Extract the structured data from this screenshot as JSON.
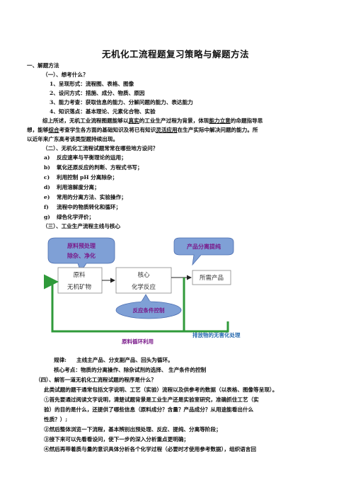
{
  "title": "无机化工流程题复习策略与解题方法",
  "sec1": "一、解题方法",
  "sec1_1": "（一）、想考什么？",
  "items_1": [
    "1、呈现形式：流程图、表格、图像",
    "2、设问方式：措施、成分、物质、原因",
    "3、能力考查：获取信息的能力、分解问题的能力、表达能力",
    "4、知识落点：基本理论、元素化合物、实验"
  ],
  "summary": {
    "p1": "综上所述，无机工业流程图题能够以",
    "u1": "真实",
    "p2": "的工业生产过程为背景，体现",
    "u2": "能力立意",
    "p3": "的命题指导思",
    "l2a": "想，能够",
    "u3": "综合",
    "l2b": "考查学生各方面的基础知识及将已有知识",
    "u4": "灵活应用",
    "l2c": "在生产实际中解决问题的能力。所",
    "l3": "以近年来广东高考该类型题持续出现。"
  },
  "sec1_2": "（二）、无机化工流程试题常常在哪些地方设问？",
  "items_2": [
    {
      "k": "a)",
      "t": "反应速率与平衡理论的运用；"
    },
    {
      "k": "b)",
      "t": "氧化还原反应的判断、方程式书写；"
    },
    {
      "k": "c)",
      "t": "利用控制 pH 分离除杂；"
    },
    {
      "k": "d)",
      "t": "利用溶解度分离；"
    },
    {
      "k": "e)",
      "t": "常用的分离方法、实验操作；"
    },
    {
      "k": "f)",
      "t": "流程中的物质转化和循环；"
    },
    {
      "k": "g)",
      "t": "绿色化学评价；"
    }
  ],
  "sec1_3": "（三）、工业生产流程主线与核心",
  "diagram": {
    "pre_line1": "原料预处理",
    "pre_line2": "除杂、净化",
    "sep": "产品分离提纯",
    "raw1": "原料",
    "raw2": "无机矿物",
    "core1": "核心",
    "core2": "化学反应",
    "product": "所需产品",
    "cond": "反应条件控制",
    "recycle": "原料循环利用",
    "waste": "排放物的无害化处理"
  },
  "rule": {
    "k": "规律:",
    "t": "主线主产品、分支副产品、回头为循环。"
  },
  "core_point": "核心考点：物质的分离操作、除杂试剂的选择、 生产条件的控制",
  "sec1_4": "（四）、解答一道无机化工流程试题的程序是什么？",
  "steps": [
    "此类试题的题干通常包括文字说明、工艺（实验）流程以及供参考的数据（以表格、图像等呈现）。",
    "①首先要通过阅读文字说明，清楚试题背景是工业生产还是实验室研究，准确抓住工艺（实",
    "验）的目的是什么，还提供了哪些信息（原料成分？含量？产品成分？从用途能看出什么",
    "性质？）;",
    "②然后整体浏览一下流程，基本辨别出预处理、反应、提纯、分离等阶段；",
    "③接下来可以先看看设问，使下一步的深入分析重点更明确；",
    "④然后再带着质与量的意识具体分析各个化学过程（必要时才使用参考数据），组织语言回"
  ],
  "colors": {
    "bubble_fill": "#7fa0d6",
    "bubble_text": "#7a1a8a",
    "arrow_green": "#2f9a3a",
    "box_stroke": "#888888"
  }
}
